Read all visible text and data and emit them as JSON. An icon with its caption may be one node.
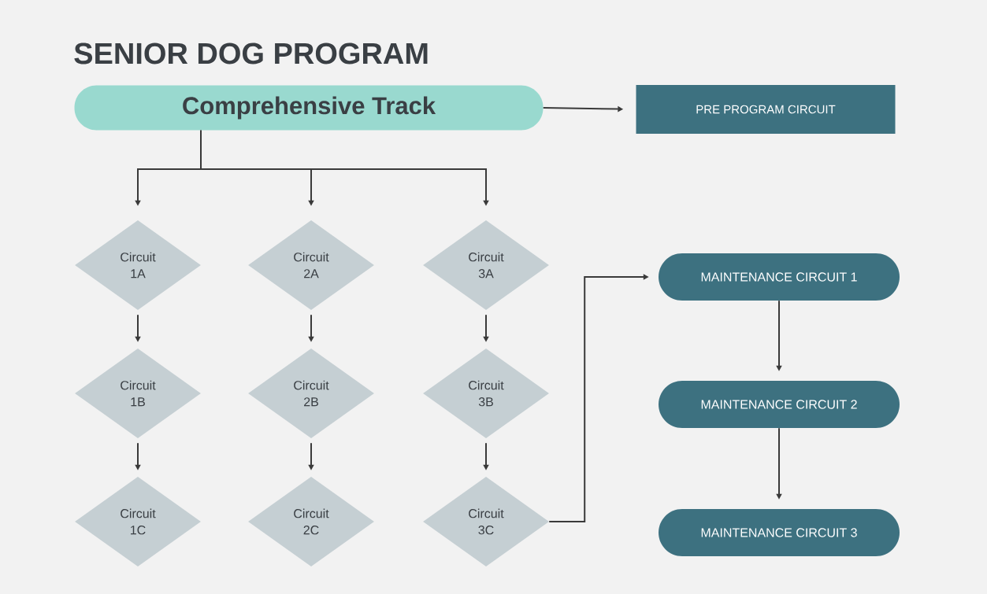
{
  "diagram": {
    "title": "SENIOR DOG PROGRAM",
    "nodes": [
      {
        "text": [
          "Comprehensive Track"
        ]
      },
      {
        "text": [
          "PRE PROGRAM CIRCUIT"
        ]
      },
      {
        "text": [
          "Circuit 1A"
        ]
      },
      {
        "text": [
          "Circuit 2A"
        ]
      },
      {
        "text": [
          "Circuit 3A"
        ]
      },
      {
        "text": [
          "Circuit 1B"
        ]
      },
      {
        "text": [
          "Circuit 2B"
        ]
      },
      {
        "text": [
          "Circuit 3B"
        ]
      },
      {
        "text": [
          "Circuit 1C"
        ]
      },
      {
        "text": [
          "Circuit 2C"
        ]
      },
      {
        "text": [
          "Circuit 3C"
        ]
      },
      {
        "text": [
          "MAINTENANCE CIRCUIT 1"
        ]
      },
      {
        "text": [
          "MAINTENANCE CIRCUIT 2"
        ]
      },
      {
        "text": [
          "MAINTENANCE CIRCUIT 3"
        ]
      }
    ],
    "edges": [
      {
        "from": 0,
        "to": 1,
        "arrow": "to"
      },
      {
        "from": 0,
        "to": 2,
        "arrow": "to"
      },
      {
        "from": 0,
        "to": 3,
        "arrow": "to"
      },
      {
        "from": 0,
        "to": 4,
        "arrow": "to"
      },
      {
        "from": 2,
        "to": 5,
        "arrow": "to"
      },
      {
        "from": 5,
        "to": 8,
        "arrow": "to"
      },
      {
        "from": 3,
        "to": 6,
        "arrow": "to"
      },
      {
        "from": 6,
        "to": 9,
        "arrow": "to"
      },
      {
        "from": 4,
        "to": 7,
        "arrow": "to"
      },
      {
        "from": 7,
        "to": 10,
        "arrow": "to"
      },
      {
        "from": 10,
        "to": 11,
        "arrow": "to"
      },
      {
        "from": 11,
        "to": 12,
        "arrow": "to"
      },
      {
        "from": 12,
        "to": 13,
        "arrow": "to"
      }
    ]
  }
}
